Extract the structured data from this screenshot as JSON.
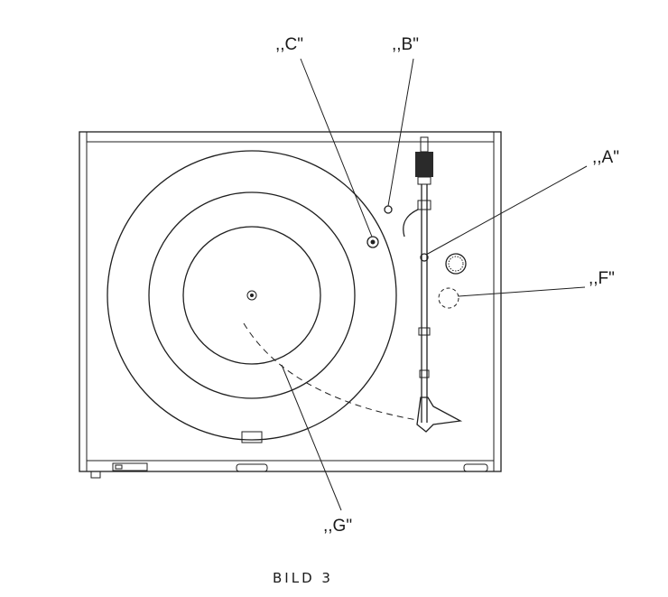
{
  "labels": {
    "c": ",,C\"",
    "b": ",,B\"",
    "a": ",,A\"",
    "f": ",,F\"",
    "g": ",,G\""
  },
  "caption": "BILD 3"
}
